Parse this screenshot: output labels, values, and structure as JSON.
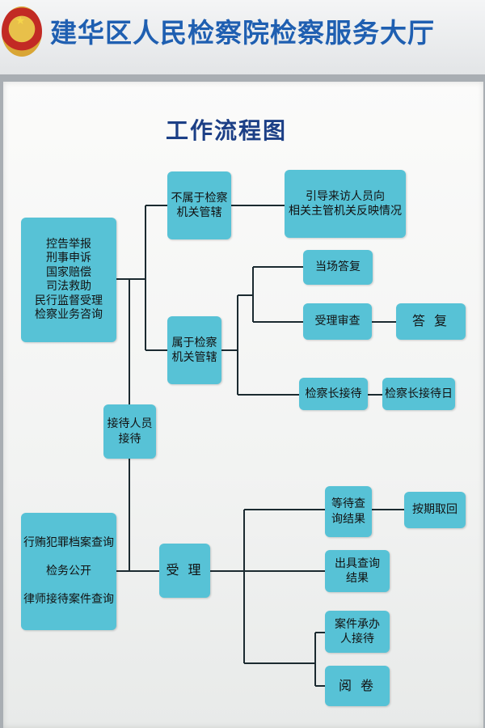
{
  "header": {
    "title": "建华区人民检察院检察服务大厅",
    "brand_color": "#1f5fb1"
  },
  "chart": {
    "title": "工作流程图",
    "box_color": "#57c2d6",
    "line_color": "#1b2a30"
  },
  "nodes": {
    "complaints": "控告举报\n刑事申诉\n国家赔偿\n司法救助\n民行监督受理\n检察业务咨询",
    "reception": "接待人员\n接待",
    "not_jurisdiction": "不属于检察\n机关管辖",
    "guide_visitor": "引导来访人员向\n相关主管机关反映情况",
    "jurisdiction": "属于检察\n机关管辖",
    "immediate_reply": "当场答复",
    "accept_review": "受理审查",
    "reply": "答  复",
    "chief_reception": "检察长接待",
    "chief_reception_day": "检察长接待日",
    "queries": "行贿犯罪档案查询\n\n检务公开\n\n律师接待案件查询",
    "accept": "受  理",
    "await_result": "等待查\n询结果",
    "collect_on_time": "按期取回",
    "issue_result": "出具查询\n结果",
    "case_handler": "案件承办\n人接待",
    "review_files": "阅  卷"
  }
}
